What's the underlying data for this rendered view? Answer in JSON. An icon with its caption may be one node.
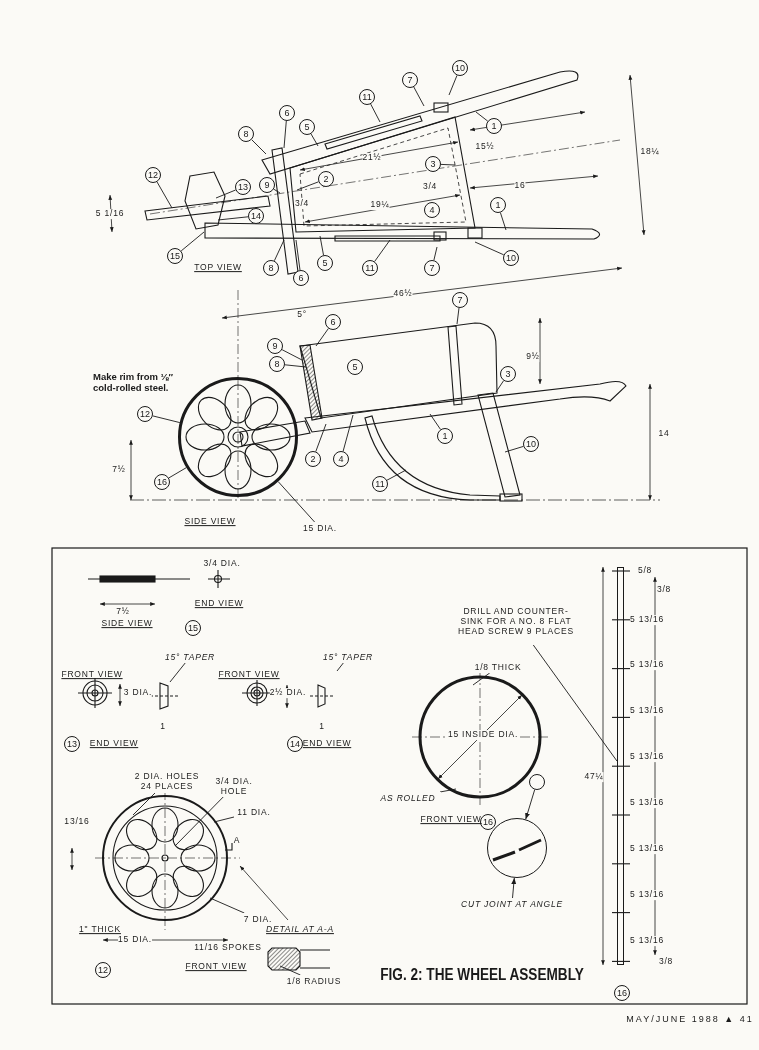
{
  "diagram": {
    "caption": "FIG. 2: THE WHEEL ASSEMBLY",
    "nodes": [
      {
        "text": [
          "11"
        ]
      },
      {
        "text": [
          "7"
        ]
      },
      {
        "text": [
          "10"
        ]
      },
      {
        "text": [
          "1"
        ]
      },
      {
        "text": [
          "6"
        ]
      },
      {
        "text": [
          "8"
        ]
      },
      {
        "text": [
          "5"
        ]
      },
      {
        "text": [
          "12"
        ]
      },
      {
        "text": [
          "13"
        ]
      },
      {
        "text": [
          "9"
        ]
      },
      {
        "text": [
          "2"
        ]
      },
      {
        "text": [
          "3"
        ]
      },
      {
        "text": [
          "14"
        ]
      },
      {
        "text": [
          "15"
        ]
      },
      {
        "text": [
          "8"
        ]
      },
      {
        "text": [
          "6"
        ]
      },
      {
        "text": [
          "5"
        ]
      },
      {
        "text": [
          "11"
        ]
      },
      {
        "text": [
          "7"
        ]
      },
      {
        "text": [
          "10"
        ]
      },
      {
        "text": [
          "1"
        ]
      },
      {
        "text": [
          "7"
        ]
      },
      {
        "text": [
          "6"
        ]
      },
      {
        "text": [
          "9"
        ]
      },
      {
        "text": [
          "8"
        ]
      },
      {
        "text": [
          "3"
        ]
      },
      {
        "text": [
          "12"
        ]
      },
      {
        "text": [
          "1"
        ]
      },
      {
        "text": [
          "10"
        ]
      },
      {
        "text": [
          "2"
        ]
      },
      {
        "text": [
          "4"
        ]
      },
      {
        "text": [
          "16"
        ]
      },
      {
        "text": [
          "11"
        ]
      },
      {
        "text": [
          "15 DIA."
        ]
      },
      {
        "text": [
          "15° TAPER"
        ]
      },
      {
        "text": [
          "15° TAPER"
        ]
      },
      {
        "text": [
          "2 DIA. HOLES 24 PLACES"
        ]
      },
      {
        "text": [
          "3/4 DIA. HOLE"
        ]
      },
      {
        "text": [
          "11 DIA."
        ]
      },
      {
        "text": [
          "7 DIA."
        ]
      },
      {
        "text": [
          "1/8 RADIUS"
        ]
      },
      {
        "text": [
          "DRILL AND COUNTER-SINK FOR A NO. 8 FLAT HEAD SCREW 9 PLACES"
        ]
      },
      {
        "text": [
          "1/8 THICK"
        ]
      },
      {
        "text": [
          "AS ROLLED"
        ]
      },
      {
        "text": [],
        "shape": "circle"
      },
      {
        "text": [],
        "shape": "circle"
      },
      {
        "text": [
          "CUT JOINT AT ANGLE"
        ]
      },
      {
        "text": [
          "4"
        ]
      },
      {
        "text": [
          "5"
        ]
      },
      {
        "text": [
          "15"
        ]
      },
      {
        "text": [
          "13"
        ]
      },
      {
        "text": [
          "14"
        ]
      },
      {
        "text": [
          "12"
        ]
      },
      {
        "text": [
          "16"
        ]
      },
      {
        "text": [
          "16"
        ]
      },
      {
        "text": [],
        "shape": "circle"
      },
      {
        "text": [],
        "shape": "bar"
      }
    ],
    "edges": [
      {
        "from": 0,
        "to": null,
        "arrow": "none"
      },
      {
        "from": 1,
        "to": null,
        "arrow": "none"
      },
      {
        "from": 2,
        "to": null,
        "arrow": "none"
      },
      {
        "from": 3,
        "to": null,
        "arrow": "none"
      },
      {
        "from": 4,
        "to": null,
        "arrow": "none"
      },
      {
        "from": 5,
        "to": null,
        "arrow": "none"
      },
      {
        "from": 6,
        "to": null,
        "arrow": "none"
      },
      {
        "from": 7,
        "to": null,
        "arrow": "none"
      },
      {
        "from": 8,
        "to": null,
        "arrow": "none"
      },
      {
        "from": 9,
        "to": null,
        "arrow": "none"
      },
      {
        "from": 10,
        "to": null,
        "arrow": "none"
      },
      {
        "from": 11,
        "to": null,
        "arrow": "none"
      },
      {
        "from": 12,
        "to": null,
        "arrow": "none"
      },
      {
        "from": 13,
        "to": null,
        "arrow": "none"
      },
      {
        "from": 14,
        "to": null,
        "arrow": "none"
      },
      {
        "from": 15,
        "to": null,
        "arrow": "none"
      },
      {
        "from": 16,
        "to": null,
        "arrow": "none"
      },
      {
        "from": 17,
        "to": null,
        "arrow": "none"
      },
      {
        "from": 18,
        "to": null,
        "arrow": "none"
      },
      {
        "from": 19,
        "to": null,
        "arrow": "none"
      },
      {
        "from": 20,
        "to": null,
        "arrow": "none"
      },
      {
        "from": 21,
        "to": null,
        "arrow": "none"
      },
      {
        "from": 22,
        "to": null,
        "arrow": "none"
      },
      {
        "from": 23,
        "to": null,
        "arrow": "none"
      },
      {
        "from": 24,
        "to": null,
        "arrow": "none"
      },
      {
        "from": 25,
        "to": null,
        "arrow": "none"
      },
      {
        "from": 26,
        "to": 55,
        "arrow": "none"
      },
      {
        "from": 27,
        "to": null,
        "arrow": "none"
      },
      {
        "from": 28,
        "to": null,
        "arrow": "none"
      },
      {
        "from": 29,
        "to": null,
        "arrow": "none"
      },
      {
        "from": 30,
        "to": null,
        "arrow": "none"
      },
      {
        "from": 31,
        "to": 55,
        "arrow": "none"
      },
      {
        "from": 32,
        "to": null,
        "arrow": "none"
      },
      {
        "from": 33,
        "to": 55,
        "arrow": "none"
      },
      {
        "from": 34,
        "to": null,
        "arrow": "none"
      },
      {
        "from": 35,
        "to": null,
        "arrow": "none"
      },
      {
        "from": 36,
        "to": null,
        "arrow": "none"
      },
      {
        "from": 37,
        "to": null,
        "arrow": "none"
      },
      {
        "from": 38,
        "to": null,
        "arrow": "none"
      },
      {
        "from": 39,
        "to": null,
        "arrow": "none"
      },
      {
        "from": 40,
        "to": null,
        "arrow": "none"
      },
      {
        "from": 41,
        "to": 56,
        "arrow": "none"
      },
      {
        "from": 42,
        "to": null,
        "arrow": "none"
      },
      {
        "from": 43,
        "to": null,
        "arrow": "none"
      },
      {
        "from": 44,
        "to": 45,
        "arrow": "to"
      },
      {
        "from": 46,
        "to": 45,
        "arrow": "to"
      }
    ],
    "labels": [
      "TOP VIEW",
      "15½",
      "21½",
      "3/4",
      "16",
      "19¼",
      "3/4",
      "5 1/16",
      "18¼",
      "46½",
      "5°",
      "9½",
      "14",
      "7½",
      "SIDE VIEW",
      "Make rim from ⅛″ cold-rolled steel.",
      "3/4 DIA.",
      "7½",
      "END VIEW",
      "SIDE VIEW",
      "FRONT VIEW",
      "3 DIA.",
      "1",
      "END VIEW",
      "FRONT VIEW",
      "2½ DIA.",
      "1",
      "END VIEW",
      "13/16",
      "A",
      "1\" THICK",
      "11/16 SPOKES",
      "15 DIA.",
      "FRONT VIEW",
      "DETAIL AT A-A",
      "15 INSIDE DIA.",
      "FRONT VIEW",
      "5/8",
      "3/8",
      "5 13/16",
      "5 13/16",
      "5 13/16",
      "5 13/16",
      "5 13/16",
      "5 13/16",
      "5 13/16",
      "5 13/16",
      "47¼",
      "3/8",
      "MAY/JUNE 1988 ▲ 41"
    ]
  }
}
